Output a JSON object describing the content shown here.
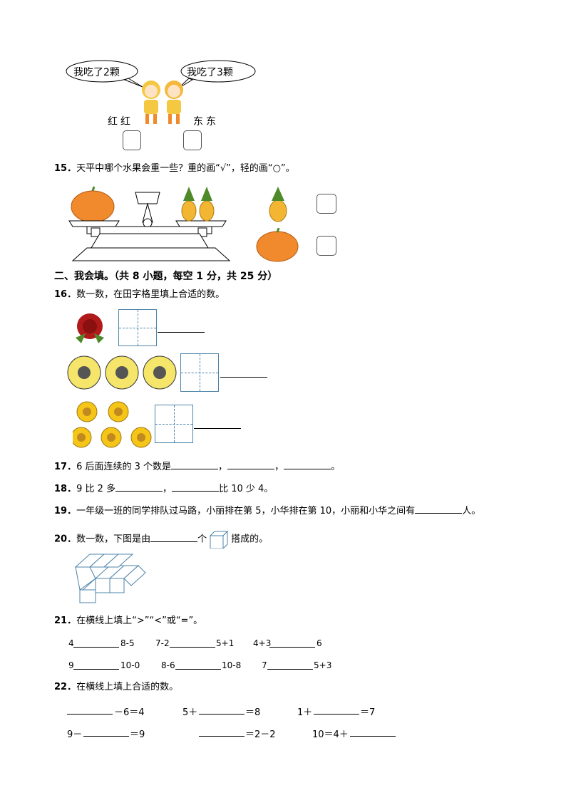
{
  "q14": {
    "bubble_left": "我吃了2颗",
    "bubble_right": "我吃了3颗",
    "name_left": "红红",
    "name_right": "东东"
  },
  "q15": {
    "num": "15．",
    "text": "天平中哪个水果会重一些？重的画“√”，轻的画“○”。"
  },
  "section2": "二、我会填。（共 8 小题，每空 1 分，共 25 分）",
  "q16": {
    "num": "16．",
    "text": "数一数，在田字格里填上合适的数。"
  },
  "q17": {
    "num": "17．",
    "text1": "6 后面连续的 3 个数是",
    "sep1": "，",
    "sep2": "，",
    "end": "。"
  },
  "q18": {
    "num": "18．",
    "text1": "9 比 2 多",
    "sep": "，",
    "text2": "比 10 少 4。"
  },
  "q19": {
    "num": "19．",
    "text1": "一年级一班的同学排队过马路，小丽排在第 5，小华排在第 10，小丽和小华之间有",
    "end": "人。"
  },
  "q20": {
    "num": "20．",
    "text1": "数一数，下图是由",
    "text2": "个",
    "text3": "搭成的。"
  },
  "q21": {
    "num": "21．",
    "text": "在横线上填上“>”“<”或“=”。",
    "rows": [
      [
        {
          "l": "4",
          "r": "8-5"
        },
        {
          "l": "7-2",
          "r": "5+1"
        },
        {
          "l": "4+3",
          "r": "6"
        }
      ],
      [
        {
          "l": "9",
          "r": "10-0"
        },
        {
          "l": "8-6",
          "r": "10-8"
        },
        {
          "l": "7",
          "r": "5+3"
        }
      ]
    ]
  },
  "q22": {
    "num": "22．",
    "text": "在横线上填上合适的数。",
    "r1c1": "－6＝4",
    "r1c2a": "5＋",
    "r1c2b": "＝8",
    "r1c3a": "1＋",
    "r1c3b": "＝7",
    "r2c1a": "9－",
    "r2c1b": "＝9",
    "r2c2": "＝2－2",
    "r2c3a": "10＝4＋"
  },
  "colors": {
    "grid": "#4d84a8",
    "pumpkin": "#f08a2c",
    "pineapple": "#f2b632",
    "leaf": "#4f8a2a",
    "flower_yellow": "#f5c518",
    "rose": "#b01a1a"
  }
}
